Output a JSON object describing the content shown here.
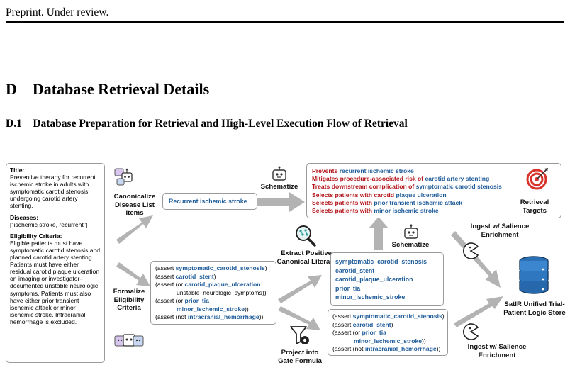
{
  "header": {
    "text": "Preprint. Under review."
  },
  "section": {
    "number": "D",
    "title": "Database Retrieval Details"
  },
  "subsection": {
    "number": "D.1",
    "title": "Database Preparation for Retrieval and High-Level Execution Flow of Retrieval"
  },
  "figure": {
    "source": {
      "title_label": "Title:",
      "title_text": "Preventive therapy for recurrent ischemic stroke in adults with symptomatic carotid stenosis undergoing carotid artery stenting.",
      "diseases_label": "Diseases:",
      "diseases_text": "[\"ischemic stroke, recurrent\"]",
      "criteria_label": "Eligibility Criteria:",
      "criteria_text": "Eligible patients must have symptomatic carotid stenosis and planned carotid artery stenting. Patients must have either residual carotid plaque ulceration on imaging or investigator-documented unstable neurologic symptoms. Patients must also have either prior transient ischemic attack or minor ischemic stroke. Intracranial hemorrhage is excluded."
    },
    "labels": {
      "canonicalize": "Canonicalize Disease List Items",
      "formalize": "Formalize Eligibility Criteria",
      "schematize_top": "Schematize",
      "schematize_mid": "Schematize",
      "extract": "Extract Positive Canonical Literals",
      "project": "Project into Gate Formula",
      "ingest_top": "Ingest w/ Salience Enrichment",
      "ingest_bottom": "Ingest w/ Salience Enrichment",
      "store": "SatIR Unified Trial-Patient Logic Store",
      "retrieval_targets": "Retrieval Targets"
    },
    "disease_box": {
      "text": "Recurrent ischemic stroke"
    },
    "formal": {
      "l1_pre": "(assert ",
      "l1_lit": "symptomatic_carotid_stenosis",
      "l1_post": ")",
      "l2_pre": "(assert ",
      "l2_lit": "carotid_stent",
      "l2_post": ")",
      "l3_pre": "(assert (or ",
      "l3_lit": "carotid_plaque_ulceration",
      "l4_text": "unstable_neurologic_symptoms))",
      "l5_pre": "(assert (or ",
      "l5_lit": "prior_tia",
      "l6_lit": "minor_ischemic_stroke",
      "l6_post": "))",
      "l7_pre": "(assert (not ",
      "l7_lit": "intracranial_hemorrhage",
      "l7_post": "))"
    },
    "literals": [
      "symptomatic_carotid_stenosis",
      "carotid_stent",
      "carotid_plaque_ulceration",
      "prior_tia",
      "minor_ischemic_stroke"
    ],
    "gate": {
      "l1_pre": "(assert ",
      "l1_lit": "symptomatic_carotid_stenosis",
      "l1_post": ")",
      "l2_pre": "(assert ",
      "l2_lit": "carotid_stent",
      "l2_post": ")",
      "l3_pre": "(assert (or ",
      "l3_lit": "prior_tia",
      "l4_lit": "minor_ischemic_stroke",
      "l4_post": "))",
      "l5_pre": "(assert (not ",
      "l5_lit": "intracranial_hemorrhage",
      "l5_post": "))"
    },
    "targets": [
      {
        "pre": "Prevents ",
        "lit": "recurrent ischemic stroke",
        "post": ""
      },
      {
        "pre": "Mitigates procedure-associated risk of ",
        "lit": "carotid artery stenting",
        "post": ""
      },
      {
        "pre": "Treats downstream complication of ",
        "lit": "symptomatic carotid stenosis",
        "post": ""
      },
      {
        "pre": "Selects patients with carotid ",
        "lit": "plaque ulceration",
        "post": ""
      },
      {
        "pre": "Selects patients with ",
        "lit": "prior transient ischemic attack",
        "post": ""
      },
      {
        "pre": "Selects patients with ",
        "lit": "minor ischemic stroke",
        "post": ""
      }
    ],
    "icons": {
      "robot": "robot-icon",
      "target": "target-icon",
      "magnifier": "magnifier-icon",
      "funnel": "funnel-gear-icon",
      "pacman": "pacman-icon",
      "database": "database-icon"
    },
    "colors": {
      "literal_blue": "#1f5c99",
      "target_red": "#b3141b",
      "arrow_gray": "#b3b3b3"
    }
  }
}
